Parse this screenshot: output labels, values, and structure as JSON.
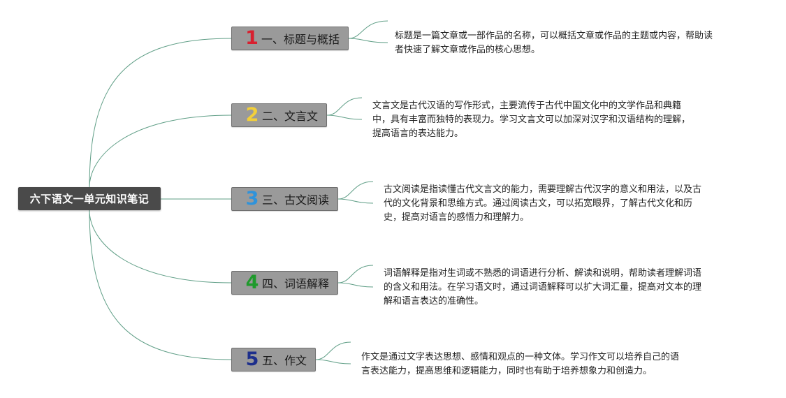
{
  "root": {
    "label": "六下语文一单元知识笔记"
  },
  "colors": {
    "root_bg": "#4a4a4a",
    "topic_bg": "#9a9a9a",
    "connector": "#5f9e86",
    "num_1": "#d8202f",
    "num_2": "#f2cf3a",
    "num_3": "#2f93db",
    "num_4": "#1f9a2c",
    "num_5": "#1d2f8c"
  },
  "topics": [
    {
      "number": "1",
      "number_color": "#d8202f",
      "label": "一、标题与概括",
      "description_lines": [
        "标题是一篇文章或一部作品的名称，可以概括文章或作品的主题或内容，帮助读",
        "者快速了解文章或作品的核心思想。"
      ]
    },
    {
      "number": "2",
      "number_color": "#f2cf3a",
      "label": "二、文言文",
      "description_lines": [
        "文言文是古代汉语的写作形式，主要流传于古代中国文化中的文学作品和典籍",
        "中，具有丰富而独特的表现力。学习文言文可以加深对汉字和汉语结构的理解，",
        "提高语言的表达能力。"
      ]
    },
    {
      "number": "3",
      "number_color": "#2f93db",
      "label": "三、古文阅读",
      "description_lines": [
        "古文阅读是指读懂古代文言文的能力，需要理解古代汉字的意义和用法，以及古",
        "代的文化背景和思维方式。通过阅读古文，可以拓宽眼界，了解古代文化和历",
        "史，提高对语言的感悟力和理解力。"
      ]
    },
    {
      "number": "4",
      "number_color": "#1f9a2c",
      "label": "四、词语解释",
      "description_lines": [
        "词语解释是指对生词或不熟悉的词语进行分析、解读和说明，帮助读者理解词语",
        "的含义和用法。在学习语文时，通过词语解释可以扩大词汇量，提高对文本的理",
        "解和语言表达的准确性。"
      ]
    },
    {
      "number": "5",
      "number_color": "#1d2f8c",
      "label": "五、作文",
      "description_lines": [
        "作文是通过文字表达思想、感情和观点的一种文体。学习作文可以培养自己的语",
        "言表达能力，提高思维和逻辑能力，同时也有助于培养想象力和创造力。"
      ]
    }
  ]
}
